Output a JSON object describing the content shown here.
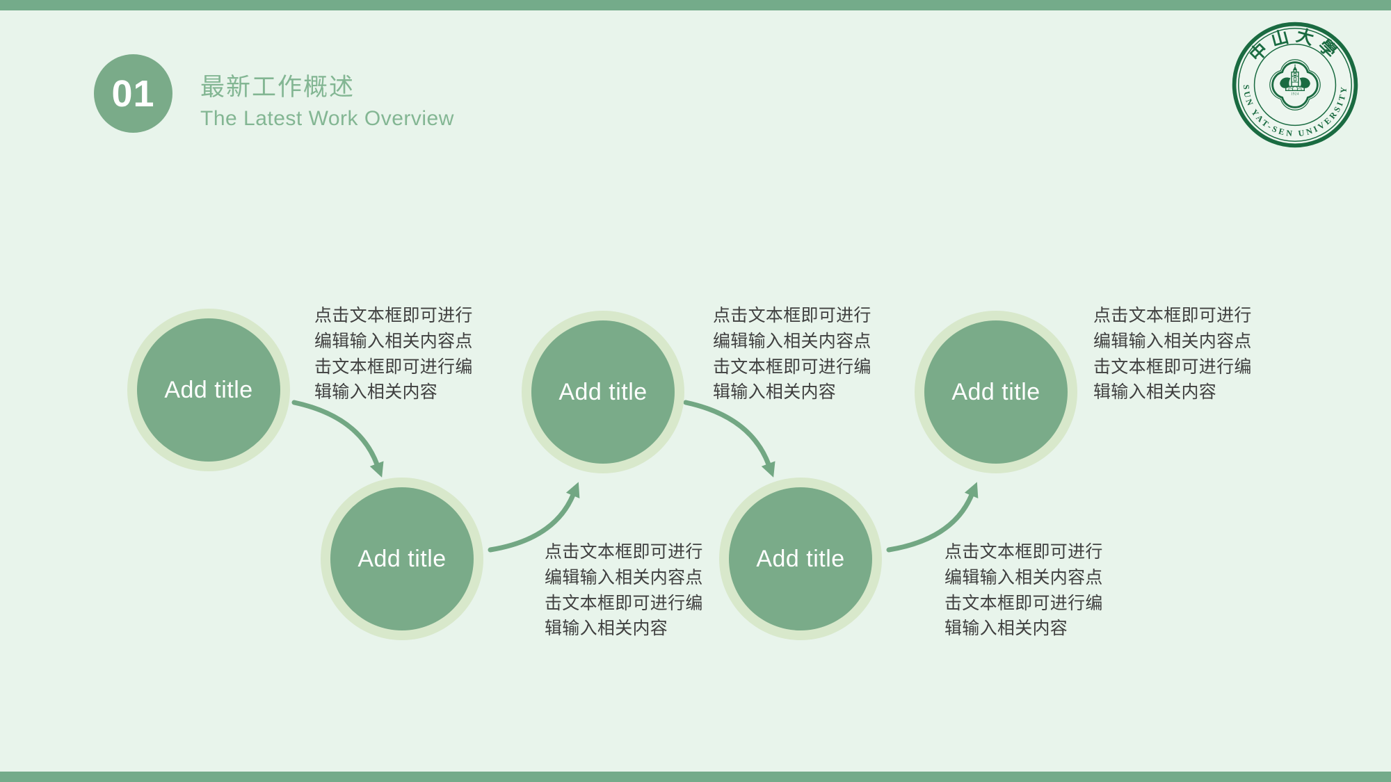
{
  "colors": {
    "bar": "#74ab8a",
    "background": "#e8f4eb",
    "circle_fill": "#7aab89",
    "circle_ring": "#d8e8cb",
    "arrow": "#72a783",
    "header_text": "#83b693",
    "body_text": "#3f3f3f",
    "logo_green": "#1a6b41"
  },
  "header": {
    "section_number": "01",
    "title": "最新工作概述",
    "subtitle": "The Latest Work Overview"
  },
  "logo": {
    "top_text": "中山大學",
    "bottom_text": "SUN YAT-SEN UNIVERSITY",
    "year": "1924"
  },
  "flow": {
    "nodes": [
      {
        "label": "Add title",
        "lines": [
          "点击文本框即可进行",
          "编辑输入相关内容点",
          "击文本框即可进行编",
          "辑输入相关内容"
        ]
      },
      {
        "label": "Add title",
        "lines": [
          "点击文本框即可进行",
          "编辑输入相关内容点",
          "击文本框即可进行编",
          "辑输入相关内容"
        ]
      },
      {
        "label": "Add title",
        "lines": [
          "点击文本框即可进行",
          "编辑输入相关内容点",
          "击文本框即可进行编",
          "辑输入相关内容"
        ]
      },
      {
        "label": "Add title",
        "lines": [
          "点击文本框即可进行",
          "编辑输入相关内容点",
          "击文本框即可进行编",
          "辑输入相关内容"
        ]
      },
      {
        "label": "Add title",
        "lines": [
          "点击文本框即可进行",
          "编辑输入相关内容点",
          "击文本框即可进行编",
          "辑输入相关内容"
        ]
      }
    ]
  }
}
